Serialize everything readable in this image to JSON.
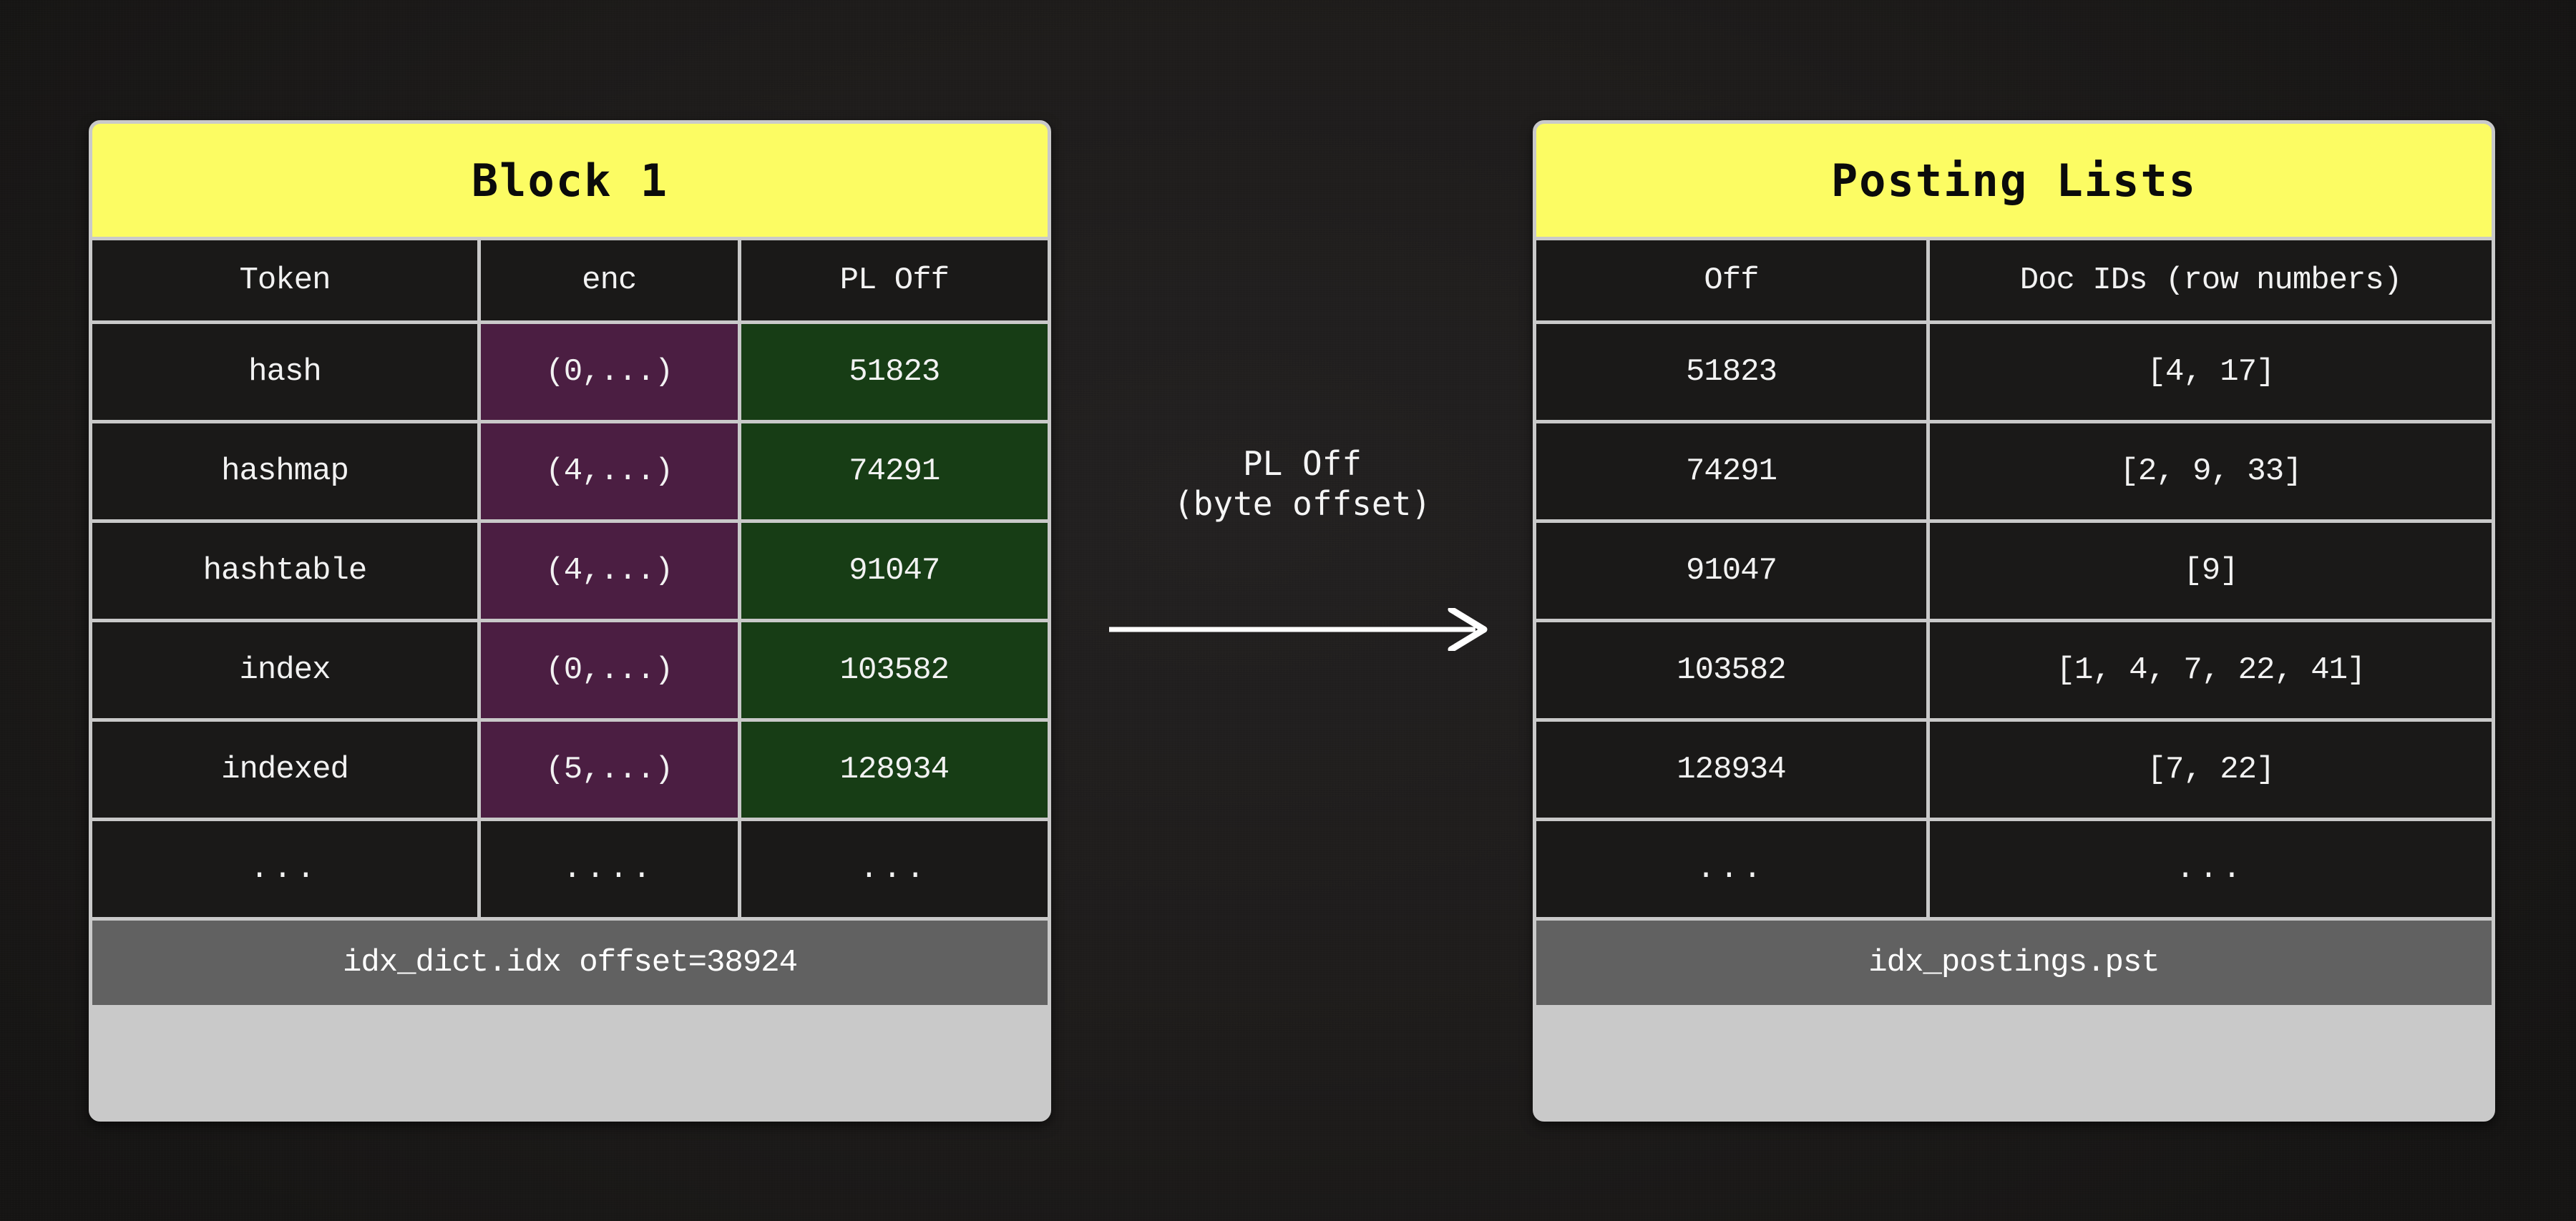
{
  "left_panel": {
    "title": "Block 1",
    "columns": [
      "Token",
      "enc",
      "PL Off"
    ],
    "rows": [
      {
        "token": "hash",
        "enc": "(0,...)",
        "pl_off": "51823"
      },
      {
        "token": "hashmap",
        "enc": "(4,...)",
        "pl_off": "74291"
      },
      {
        "token": "hashtable",
        "enc": "(4,...)",
        "pl_off": "91047"
      },
      {
        "token": "index",
        "enc": "(0,...)",
        "pl_off": "103582"
      },
      {
        "token": "indexed",
        "enc": "(5,...)",
        "pl_off": "128934"
      }
    ],
    "ellipsis_row": {
      "token": "...",
      "enc": "....",
      "pl_off": "..."
    },
    "footer": "idx_dict.idx offset=38924"
  },
  "right_panel": {
    "title": "Posting Lists",
    "columns": [
      "Off",
      "Doc IDs (row numbers)"
    ],
    "rows": [
      {
        "off": "51823",
        "doc_ids": "[4, 17]"
      },
      {
        "off": "74291",
        "doc_ids": "[2, 9, 33]"
      },
      {
        "off": "91047",
        "doc_ids": "[9]"
      },
      {
        "off": "103582",
        "doc_ids": "[1, 4, 7, 22, 41]"
      },
      {
        "off": "128934",
        "doc_ids": "[7, 22]"
      }
    ],
    "ellipsis_row": {
      "off": "...",
      "doc_ids": "..."
    },
    "footer": "idx_postings.pst"
  },
  "connector": {
    "label_line1": "PL Off",
    "label_line2": "(byte offset)",
    "icon": "arrow-right-icon"
  },
  "colors": {
    "background": "#1d1b1a",
    "panel_border": "#c9c9c9",
    "title_bg": "#fcfc63",
    "title_text": "#0b0b0b",
    "cell_bg": "#1a1918",
    "cell_text": "#f2f2f2",
    "enc_bg": "#4b1e42",
    "pl_off_bg": "#173d15",
    "footer_bg": "#616161",
    "footer_text": "#ffffff",
    "arrow": "#ffffff"
  }
}
